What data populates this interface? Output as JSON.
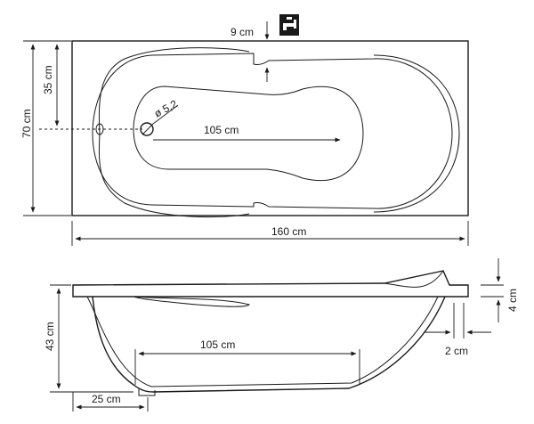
{
  "top_view": {
    "width_label": "160 cm",
    "depth_label": "70 cm",
    "half_depth_label": "35 cm",
    "inner_length_label": "105 cm",
    "drain_diameter_label": "ø 5,2",
    "faucet_offset_label": "9 cm",
    "faucet_icon": "faucet-icon"
  },
  "side_view": {
    "height_label": "43 cm",
    "inner_length_label": "105 cm",
    "base_offset_label": "25 cm",
    "rim_thickness_label": "4 cm",
    "rim_overhang_label": "2 cm"
  }
}
